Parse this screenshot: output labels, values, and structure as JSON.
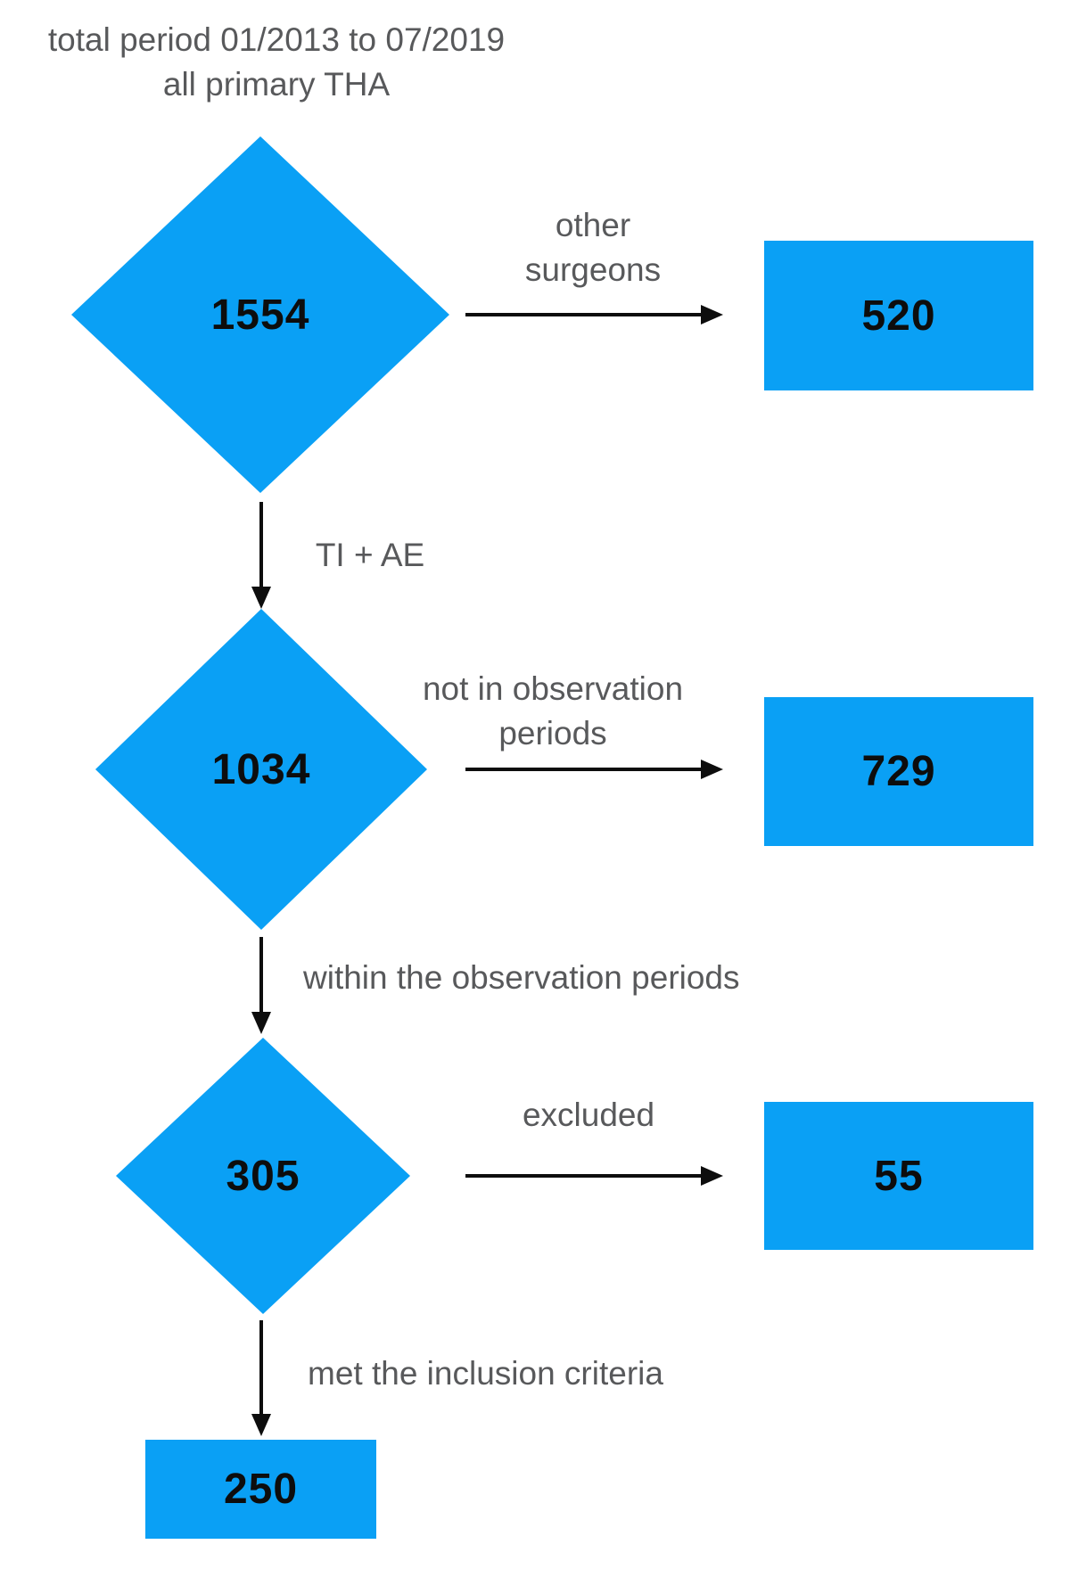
{
  "title": {
    "line1": "total period 01/2013 to 07/2019",
    "line2": "all primary THA"
  },
  "nodes": {
    "d1": {
      "value": "1554",
      "shape": "diamond"
    },
    "d2": {
      "value": "1034",
      "shape": "diamond"
    },
    "d3": {
      "value": "305",
      "shape": "diamond"
    },
    "b520": {
      "value": "520",
      "shape": "rect"
    },
    "b729": {
      "value": "729",
      "shape": "rect"
    },
    "b55": {
      "value": "55",
      "shape": "rect"
    },
    "b250": {
      "value": "250",
      "shape": "rect"
    }
  },
  "edges": {
    "other_surgeons": {
      "label_line1": "other",
      "label_line2": "surgeons"
    },
    "ti_ae": {
      "label": "TI + AE"
    },
    "not_in_observation": {
      "label_line1": "not in observation",
      "label_line2": "periods"
    },
    "within_observation": {
      "label": "within the observation periods"
    },
    "excluded": {
      "label": "excluded"
    },
    "met_inclusion": {
      "label": "met the inclusion criteria"
    }
  },
  "colors": {
    "node_fill": "#0aa0f5",
    "label_text": "#58595b",
    "arrow": "#0d0d0d"
  }
}
